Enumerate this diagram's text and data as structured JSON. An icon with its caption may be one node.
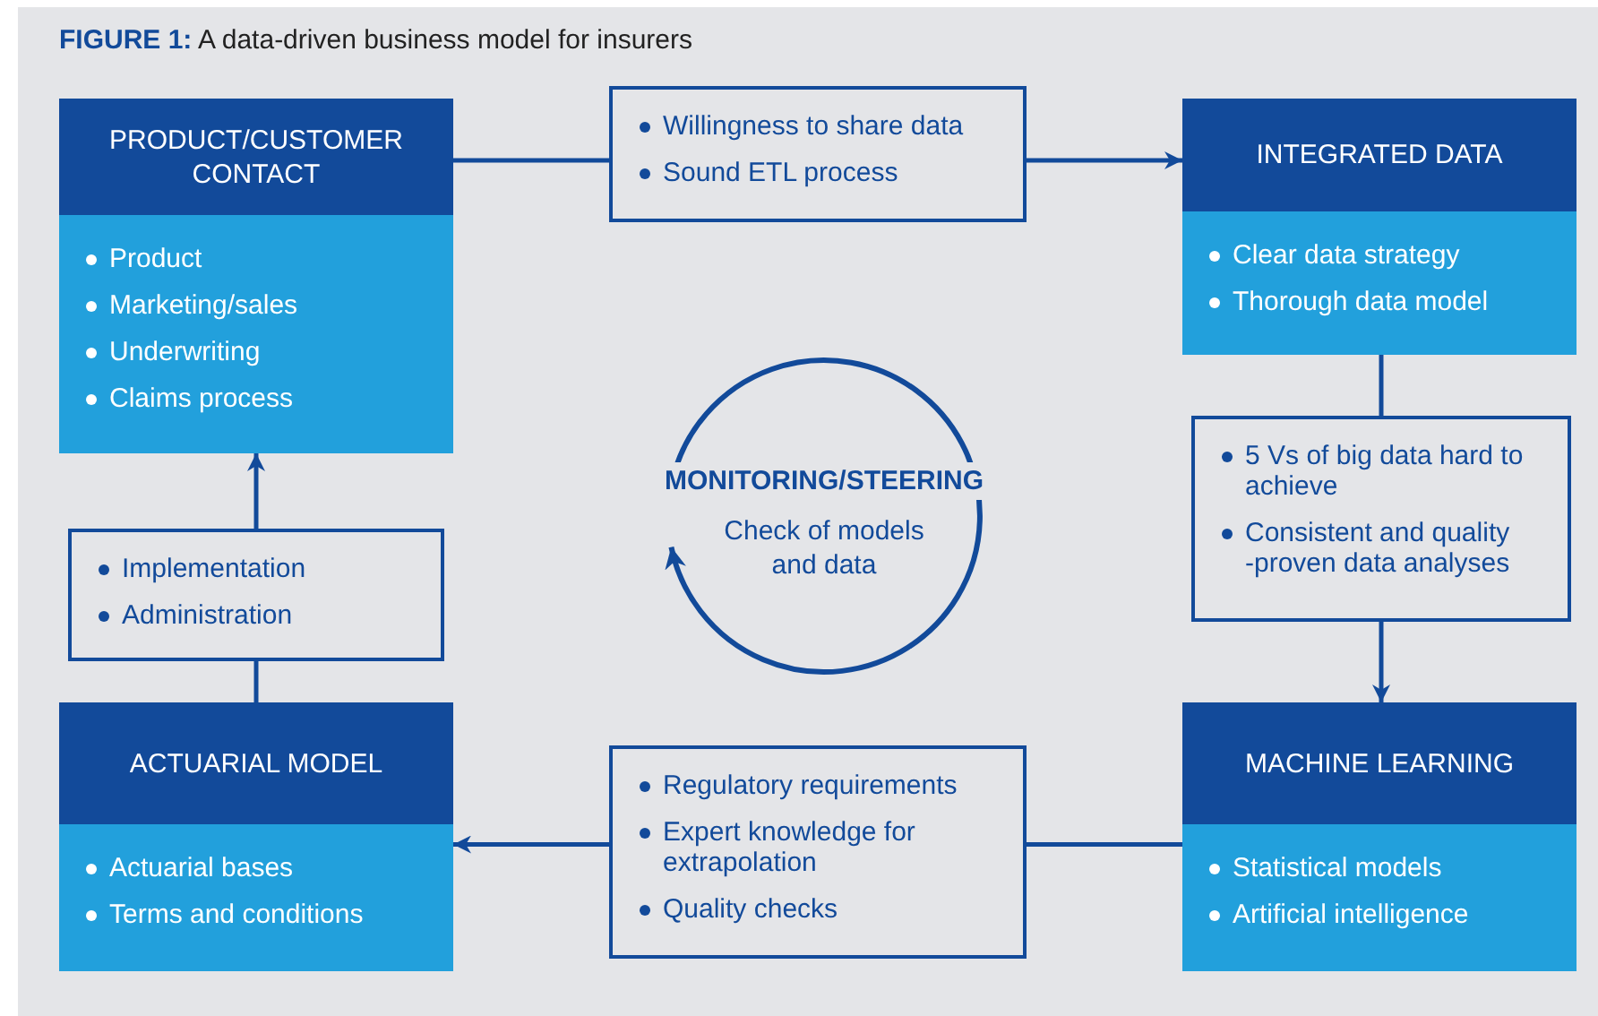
{
  "diagram": {
    "title": "**FIGURE 1:** A data-driven business model for insurers",
    "nodes": [
      {
        "text": [
          "PRODUCT/CUSTOMER CONTACT",
          "Product",
          "Marketing/sales",
          "Underwriting",
          "Claims process"
        ]
      },
      {
        "text": [
          "Willingness to share data",
          "Sound ETL process"
        ]
      },
      {
        "text": [
          "INTEGRATED DATA",
          "Clear data strategy",
          "Thorough data model"
        ]
      },
      {
        "text": [
          "5 Vs of big data hard to achieve",
          "Consistent and quality -proven data analyses"
        ]
      },
      {
        "text": [
          "MACHINE LEARNING",
          "Statistical models",
          "Artificial intelligence"
        ]
      },
      {
        "text": [
          "Regulatory requirements",
          "Expert knowledge for extrapolation",
          "Quality checks"
        ]
      },
      {
        "text": [
          "ACTUARIAL MODEL",
          "Actuarial bases",
          "Terms and conditions"
        ]
      },
      {
        "text": [
          "Implementation",
          "Administration"
        ]
      },
      {
        "text": [
          "MONITORING/STEERING",
          "Check of models and data"
        ]
      }
    ],
    "edges": [
      {
        "from": 0,
        "to": 1,
        "arrow": "none"
      },
      {
        "from": 1,
        "to": 2,
        "arrow": "to"
      },
      {
        "from": 2,
        "to": 3,
        "arrow": "none"
      },
      {
        "from": 3,
        "to": 4,
        "arrow": "to"
      },
      {
        "from": 4,
        "to": 5,
        "arrow": "none"
      },
      {
        "from": 5,
        "to": 6,
        "arrow": "to"
      },
      {
        "from": 6,
        "to": 7,
        "arrow": "none"
      },
      {
        "from": 7,
        "to": 0,
        "arrow": "to"
      },
      {
        "from": 8,
        "to": 8,
        "arrow": "to"
      }
    ]
  }
}
